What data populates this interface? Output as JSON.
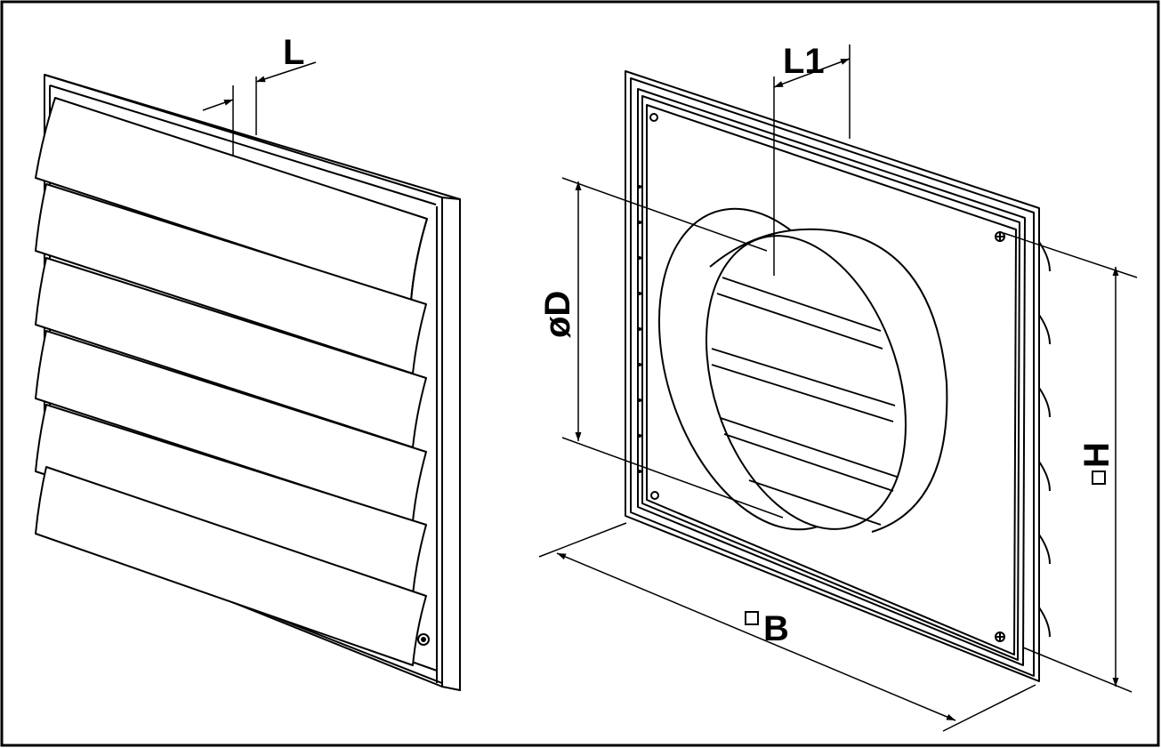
{
  "labels": {
    "left_depth": "L",
    "right_depth": "L1",
    "diameter": "øD",
    "height": "H",
    "width": "B"
  },
  "colors": {
    "line": "#000000",
    "background": "#ffffff"
  }
}
